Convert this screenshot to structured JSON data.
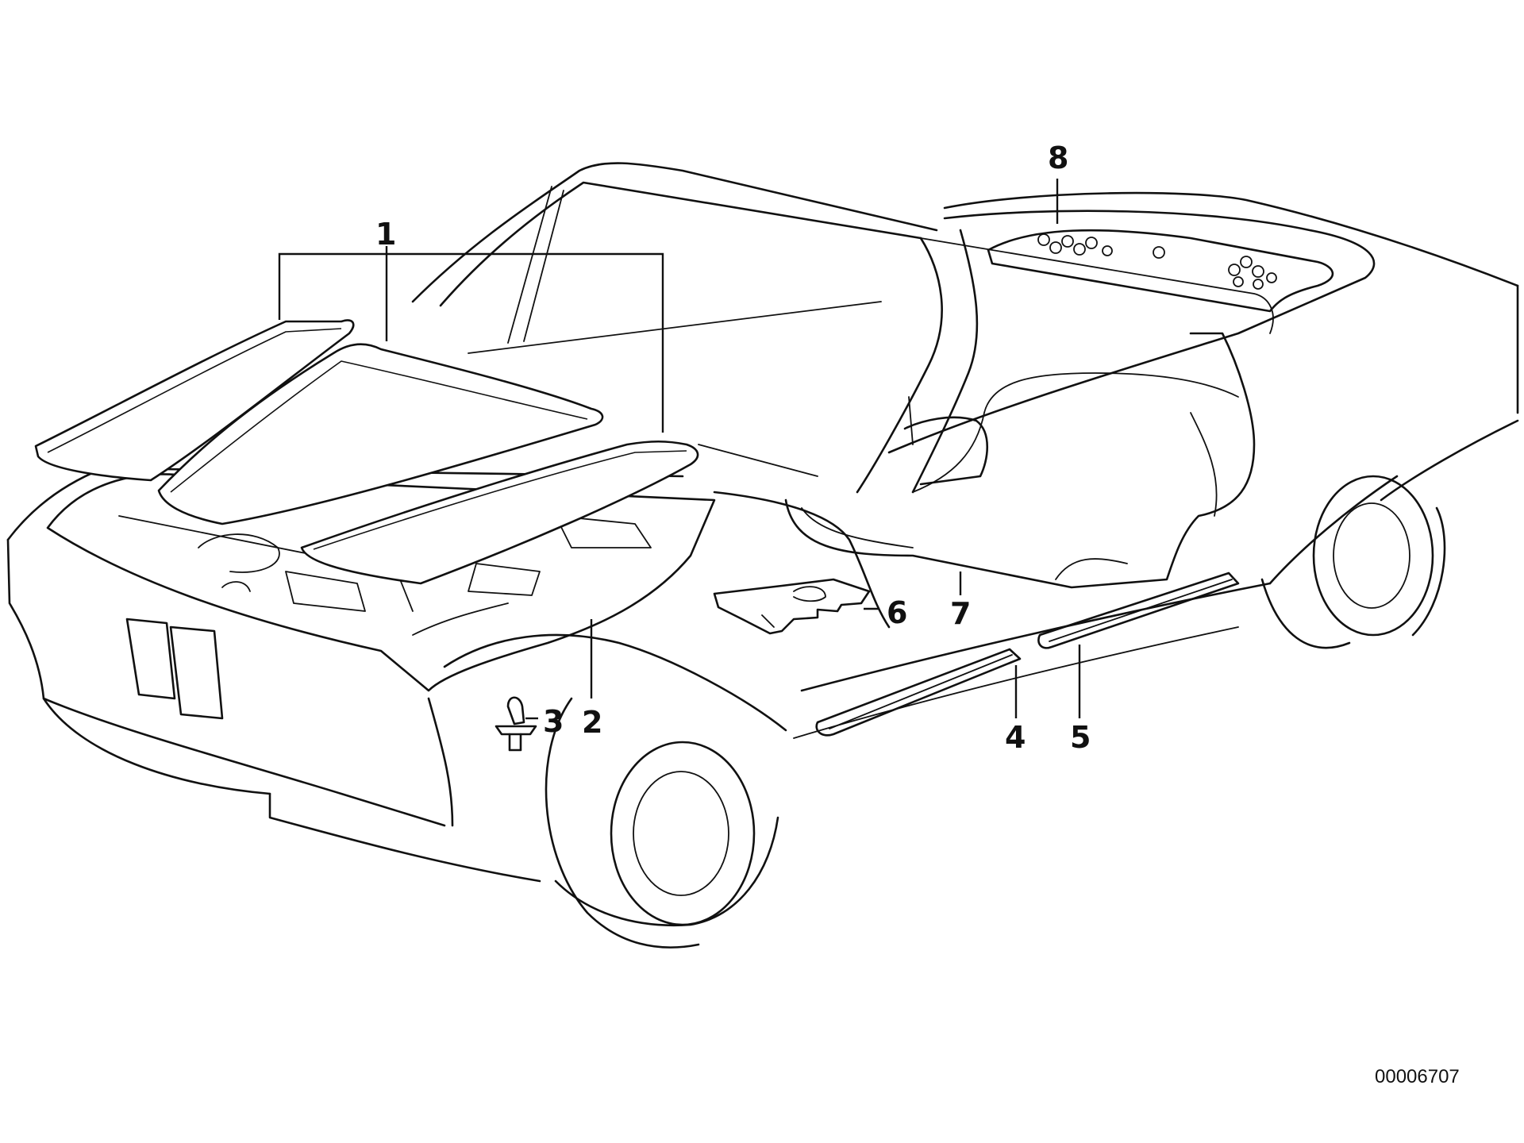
{
  "callouts": [
    {
      "id": "1",
      "label": "1"
    },
    {
      "id": "2",
      "label": "2"
    },
    {
      "id": "3",
      "label": "3"
    },
    {
      "id": "4",
      "label": "4"
    },
    {
      "id": "5",
      "label": "5"
    },
    {
      "id": "6",
      "label": "6"
    },
    {
      "id": "7",
      "label": "7"
    },
    {
      "id": "8",
      "label": "8"
    }
  ],
  "reference_number": "00006707"
}
